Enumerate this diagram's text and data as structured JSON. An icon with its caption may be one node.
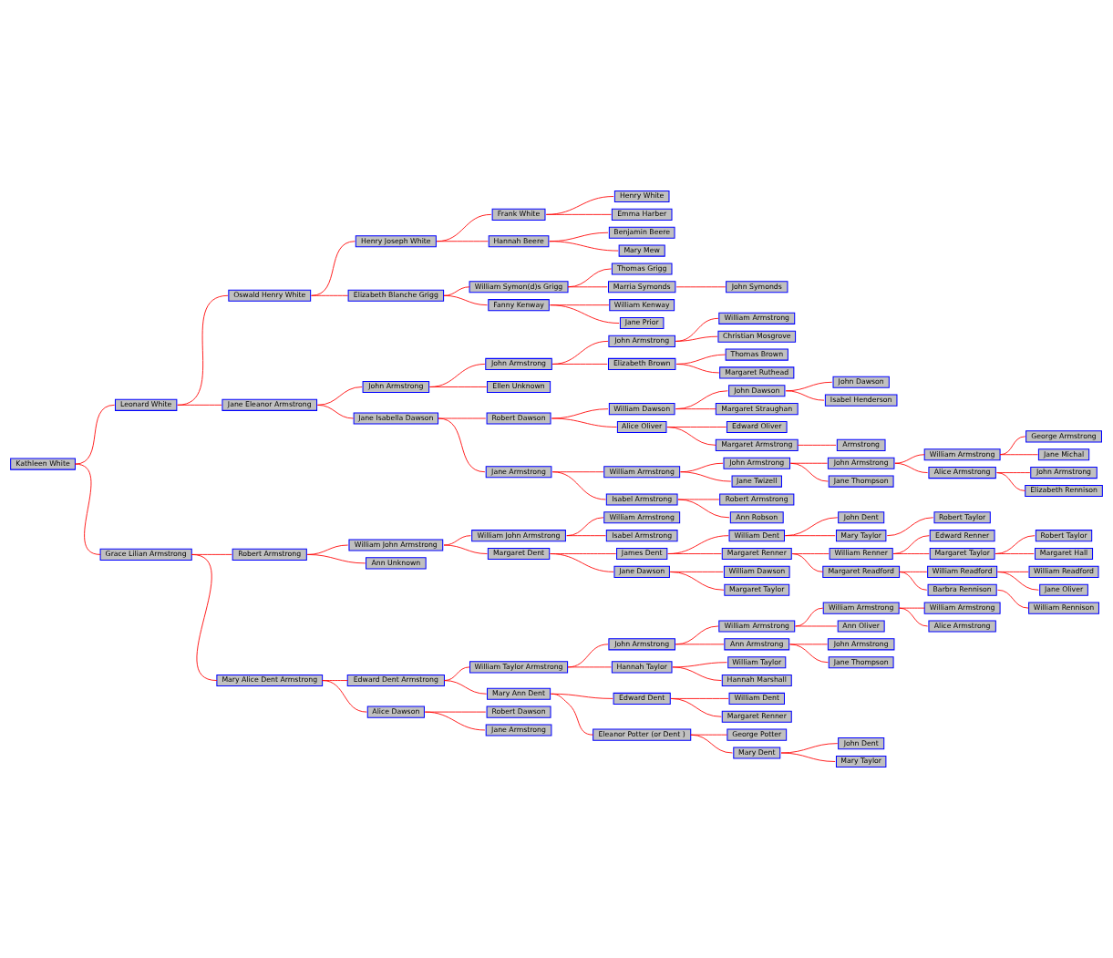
{
  "diagram": {
    "nodes": [
      {
        "text": [
          "Kathleen White"
        ]
      },
      {
        "text": [
          "Leonard White"
        ]
      },
      {
        "text": [
          "Grace Lilian Armstrong"
        ]
      },
      {
        "text": [
          "Oswald Henry White"
        ]
      },
      {
        "text": [
          "Jane Eleanor Armstrong"
        ]
      },
      {
        "text": [
          "Robert Armstrong"
        ]
      },
      {
        "text": [
          "Mary Alice Dent Armstrong"
        ]
      },
      {
        "text": [
          "Henry Joseph White"
        ]
      },
      {
        "text": [
          "Elizabeth Blanche Grigg"
        ]
      },
      {
        "text": [
          "John Armstrong"
        ]
      },
      {
        "text": [
          "Jane Isabella Dawson"
        ]
      },
      {
        "text": [
          "William John Armstrong"
        ]
      },
      {
        "text": [
          "Ann Unknown"
        ]
      },
      {
        "text": [
          "Edward Dent Armstrong"
        ]
      },
      {
        "text": [
          "Alice Dawson"
        ]
      },
      {
        "text": [
          "Frank White"
        ]
      },
      {
        "text": [
          "Hannah Beere"
        ]
      },
      {
        "text": [
          "William Symon(d)s Grigg"
        ]
      },
      {
        "text": [
          "Fanny Kenway"
        ]
      },
      {
        "text": [
          "John Armstrong"
        ]
      },
      {
        "text": [
          "Ellen Unknown"
        ]
      },
      {
        "text": [
          "Robert Dawson"
        ]
      },
      {
        "text": [
          "Jane Armstrong"
        ]
      },
      {
        "text": [
          "William John Armstrong"
        ]
      },
      {
        "text": [
          "Margaret Dent"
        ]
      },
      {
        "text": [
          "William Taylor Armstrong"
        ]
      },
      {
        "text": [
          "Mary Ann Dent"
        ]
      },
      {
        "text": [
          "Robert Dawson"
        ]
      },
      {
        "text": [
          "Jane Armstrong"
        ]
      },
      {
        "text": [
          "Henry White"
        ]
      },
      {
        "text": [
          "Emma Harber"
        ]
      },
      {
        "text": [
          "Benjamin Beere"
        ]
      },
      {
        "text": [
          "Mary Mew"
        ]
      },
      {
        "text": [
          "Thomas Grigg"
        ]
      },
      {
        "text": [
          "Marria Symonds"
        ]
      },
      {
        "text": [
          "William Kenway"
        ]
      },
      {
        "text": [
          "Jane Prior"
        ]
      },
      {
        "text": [
          "John Armstrong"
        ]
      },
      {
        "text": [
          "Elizabeth Brown"
        ]
      },
      {
        "text": [
          "William Dawson"
        ]
      },
      {
        "text": [
          "Alice Oliver"
        ]
      },
      {
        "text": [
          "William Armstrong"
        ]
      },
      {
        "text": [
          "Isabel Armstrong"
        ]
      },
      {
        "text": [
          "William Armstrong"
        ]
      },
      {
        "text": [
          "Isabel Armstrong"
        ]
      },
      {
        "text": [
          "James Dent"
        ]
      },
      {
        "text": [
          "Jane Dawson"
        ]
      },
      {
        "text": [
          "John Armstrong"
        ]
      },
      {
        "text": [
          "Hannah Taylor"
        ]
      },
      {
        "text": [
          "Edward Dent"
        ]
      },
      {
        "text": [
          "Eleanor Potter (or Dent )"
        ]
      },
      {
        "text": [
          "John Symonds"
        ]
      },
      {
        "text": [
          "William Armstrong"
        ]
      },
      {
        "text": [
          "Christian Mosgrove"
        ]
      },
      {
        "text": [
          "Thomas Brown"
        ]
      },
      {
        "text": [
          "Margaret Ruthead"
        ]
      },
      {
        "text": [
          "John Dawson"
        ]
      },
      {
        "text": [
          "Margaret Straughan"
        ]
      },
      {
        "text": [
          "Edward Oliver"
        ]
      },
      {
        "text": [
          "Margaret Armstrong"
        ]
      },
      {
        "text": [
          "John Armstrong"
        ]
      },
      {
        "text": [
          "Jane Twizell"
        ]
      },
      {
        "text": [
          "Robert Armstrong"
        ]
      },
      {
        "text": [
          "Ann Robson"
        ]
      },
      {
        "text": [
          "William Dent"
        ]
      },
      {
        "text": [
          "Margaret Renner"
        ]
      },
      {
        "text": [
          "William Dawson"
        ]
      },
      {
        "text": [
          "Margaret Taylor"
        ]
      },
      {
        "text": [
          "William Armstrong"
        ]
      },
      {
        "text": [
          "Ann Armstrong"
        ]
      },
      {
        "text": [
          "William Taylor"
        ]
      },
      {
        "text": [
          "Hannah Marshall"
        ]
      },
      {
        "text": [
          "William Dent"
        ]
      },
      {
        "text": [
          "Margaret Renner"
        ]
      },
      {
        "text": [
          "George Potter"
        ]
      },
      {
        "text": [
          "Mary Dent"
        ]
      },
      {
        "text": [
          "John Dawson"
        ]
      },
      {
        "text": [
          "Isabel Henderson"
        ]
      },
      {
        "text": [
          "Armstrong"
        ]
      },
      {
        "text": [
          "John Armstrong"
        ]
      },
      {
        "text": [
          "Jane Thompson"
        ]
      },
      {
        "text": [
          "John Dent"
        ]
      },
      {
        "text": [
          "Mary Taylor"
        ]
      },
      {
        "text": [
          "William Renner"
        ]
      },
      {
        "text": [
          "Margaret Readford"
        ]
      },
      {
        "text": [
          "William Armstrong"
        ]
      },
      {
        "text": [
          "Ann Oliver"
        ]
      },
      {
        "text": [
          "John Armstrong"
        ]
      },
      {
        "text": [
          "Jane Thompson"
        ]
      },
      {
        "text": [
          "John Dent"
        ]
      },
      {
        "text": [
          "Mary Taylor"
        ]
      },
      {
        "text": [
          "William Armstrong"
        ]
      },
      {
        "text": [
          "Alice Armstrong"
        ]
      },
      {
        "text": [
          "Robert Taylor"
        ]
      },
      {
        "text": [
          "Edward Renner"
        ]
      },
      {
        "text": [
          "Margaret Taylor"
        ]
      },
      {
        "text": [
          "William Readford"
        ]
      },
      {
        "text": [
          "Barbra Rennison"
        ]
      },
      {
        "text": [
          "William Armstrong"
        ]
      },
      {
        "text": [
          "Alice Armstrong"
        ]
      },
      {
        "text": [
          "George Armstrong"
        ]
      },
      {
        "text": [
          "Jane Michal"
        ]
      },
      {
        "text": [
          "John Armstrong"
        ]
      },
      {
        "text": [
          "Elizabeth Rennison"
        ]
      },
      {
        "text": [
          "Robert Taylor"
        ]
      },
      {
        "text": [
          "Margaret Hall"
        ]
      },
      {
        "text": [
          "William Readford"
        ]
      },
      {
        "text": [
          "Jane Oliver"
        ]
      },
      {
        "text": [
          "William Rennison"
        ]
      }
    ],
    "edges": [
      {
        "from": 0,
        "to": 1,
        "arrow": "none"
      },
      {
        "from": 0,
        "to": 2,
        "arrow": "none"
      },
      {
        "from": 1,
        "to": 3,
        "arrow": "none"
      },
      {
        "from": 1,
        "to": 4,
        "arrow": "none"
      },
      {
        "from": 2,
        "to": 5,
        "arrow": "none"
      },
      {
        "from": 2,
        "to": 6,
        "arrow": "none"
      },
      {
        "from": 3,
        "to": 7,
        "arrow": "none"
      },
      {
        "from": 3,
        "to": 8,
        "arrow": "none"
      },
      {
        "from": 4,
        "to": 9,
        "arrow": "none"
      },
      {
        "from": 4,
        "to": 10,
        "arrow": "none"
      },
      {
        "from": 5,
        "to": 11,
        "arrow": "none"
      },
      {
        "from": 5,
        "to": 12,
        "arrow": "none"
      },
      {
        "from": 6,
        "to": 13,
        "arrow": "none"
      },
      {
        "from": 6,
        "to": 14,
        "arrow": "none"
      },
      {
        "from": 7,
        "to": 15,
        "arrow": "none"
      },
      {
        "from": 7,
        "to": 16,
        "arrow": "none"
      },
      {
        "from": 8,
        "to": 17,
        "arrow": "none"
      },
      {
        "from": 8,
        "to": 18,
        "arrow": "none"
      },
      {
        "from": 9,
        "to": 19,
        "arrow": "none"
      },
      {
        "from": 9,
        "to": 20,
        "arrow": "none"
      },
      {
        "from": 10,
        "to": 21,
        "arrow": "none"
      },
      {
        "from": 10,
        "to": 22,
        "arrow": "none"
      },
      {
        "from": 11,
        "to": 23,
        "arrow": "none"
      },
      {
        "from": 11,
        "to": 24,
        "arrow": "none"
      },
      {
        "from": 13,
        "to": 25,
        "arrow": "none"
      },
      {
        "from": 13,
        "to": 26,
        "arrow": "none"
      },
      {
        "from": 14,
        "to": 27,
        "arrow": "none"
      },
      {
        "from": 14,
        "to": 28,
        "arrow": "none"
      },
      {
        "from": 15,
        "to": 29,
        "arrow": "none"
      },
      {
        "from": 15,
        "to": 30,
        "arrow": "none"
      },
      {
        "from": 16,
        "to": 31,
        "arrow": "none"
      },
      {
        "from": 16,
        "to": 32,
        "arrow": "none"
      },
      {
        "from": 17,
        "to": 33,
        "arrow": "none"
      },
      {
        "from": 17,
        "to": 34,
        "arrow": "none"
      },
      {
        "from": 18,
        "to": 35,
        "arrow": "none"
      },
      {
        "from": 18,
        "to": 36,
        "arrow": "none"
      },
      {
        "from": 19,
        "to": 37,
        "arrow": "none"
      },
      {
        "from": 19,
        "to": 38,
        "arrow": "none"
      },
      {
        "from": 21,
        "to": 39,
        "arrow": "none"
      },
      {
        "from": 21,
        "to": 40,
        "arrow": "none"
      },
      {
        "from": 22,
        "to": 41,
        "arrow": "none"
      },
      {
        "from": 22,
        "to": 42,
        "arrow": "none"
      },
      {
        "from": 23,
        "to": 43,
        "arrow": "none"
      },
      {
        "from": 23,
        "to": 44,
        "arrow": "none"
      },
      {
        "from": 24,
        "to": 45,
        "arrow": "none"
      },
      {
        "from": 24,
        "to": 46,
        "arrow": "none"
      },
      {
        "from": 25,
        "to": 47,
        "arrow": "none"
      },
      {
        "from": 25,
        "to": 48,
        "arrow": "none"
      },
      {
        "from": 26,
        "to": 49,
        "arrow": "none"
      },
      {
        "from": 26,
        "to": 50,
        "arrow": "none"
      },
      {
        "from": 34,
        "to": 51,
        "arrow": "none"
      },
      {
        "from": 37,
        "to": 52,
        "arrow": "none"
      },
      {
        "from": 37,
        "to": 53,
        "arrow": "none"
      },
      {
        "from": 38,
        "to": 54,
        "arrow": "none"
      },
      {
        "from": 38,
        "to": 55,
        "arrow": "none"
      },
      {
        "from": 39,
        "to": 56,
        "arrow": "none"
      },
      {
        "from": 39,
        "to": 57,
        "arrow": "none"
      },
      {
        "from": 40,
        "to": 58,
        "arrow": "none"
      },
      {
        "from": 40,
        "to": 59,
        "arrow": "none"
      },
      {
        "from": 41,
        "to": 60,
        "arrow": "none"
      },
      {
        "from": 41,
        "to": 61,
        "arrow": "none"
      },
      {
        "from": 42,
        "to": 62,
        "arrow": "none"
      },
      {
        "from": 42,
        "to": 63,
        "arrow": "none"
      },
      {
        "from": 45,
        "to": 64,
        "arrow": "none"
      },
      {
        "from": 45,
        "to": 65,
        "arrow": "none"
      },
      {
        "from": 46,
        "to": 66,
        "arrow": "none"
      },
      {
        "from": 46,
        "to": 67,
        "arrow": "none"
      },
      {
        "from": 47,
        "to": 68,
        "arrow": "none"
      },
      {
        "from": 47,
        "to": 69,
        "arrow": "none"
      },
      {
        "from": 48,
        "to": 70,
        "arrow": "none"
      },
      {
        "from": 48,
        "to": 71,
        "arrow": "none"
      },
      {
        "from": 49,
        "to": 72,
        "arrow": "none"
      },
      {
        "from": 49,
        "to": 73,
        "arrow": "none"
      },
      {
        "from": 50,
        "to": 74,
        "arrow": "none"
      },
      {
        "from": 50,
        "to": 75,
        "arrow": "none"
      },
      {
        "from": 56,
        "to": 76,
        "arrow": "none"
      },
      {
        "from": 56,
        "to": 77,
        "arrow": "none"
      },
      {
        "from": 59,
        "to": 78,
        "arrow": "none"
      },
      {
        "from": 60,
        "to": 79,
        "arrow": "none"
      },
      {
        "from": 60,
        "to": 80,
        "arrow": "none"
      },
      {
        "from": 64,
        "to": 81,
        "arrow": "none"
      },
      {
        "from": 64,
        "to": 82,
        "arrow": "none"
      },
      {
        "from": 65,
        "to": 83,
        "arrow": "none"
      },
      {
        "from": 65,
        "to": 84,
        "arrow": "none"
      },
      {
        "from": 68,
        "to": 85,
        "arrow": "none"
      },
      {
        "from": 68,
        "to": 86,
        "arrow": "none"
      },
      {
        "from": 69,
        "to": 87,
        "arrow": "none"
      },
      {
        "from": 69,
        "to": 88,
        "arrow": "none"
      },
      {
        "from": 75,
        "to": 89,
        "arrow": "none"
      },
      {
        "from": 75,
        "to": 90,
        "arrow": "none"
      },
      {
        "from": 79,
        "to": 91,
        "arrow": "none"
      },
      {
        "from": 79,
        "to": 92,
        "arrow": "none"
      },
      {
        "from": 82,
        "to": 93,
        "arrow": "none"
      },
      {
        "from": 83,
        "to": 94,
        "arrow": "none"
      },
      {
        "from": 83,
        "to": 95,
        "arrow": "none"
      },
      {
        "from": 84,
        "to": 96,
        "arrow": "none"
      },
      {
        "from": 84,
        "to": 97,
        "arrow": "none"
      },
      {
        "from": 85,
        "to": 98,
        "arrow": "none"
      },
      {
        "from": 85,
        "to": 99,
        "arrow": "none"
      },
      {
        "from": 91,
        "to": 100,
        "arrow": "none"
      },
      {
        "from": 91,
        "to": 101,
        "arrow": "none"
      },
      {
        "from": 92,
        "to": 102,
        "arrow": "none"
      },
      {
        "from": 92,
        "to": 103,
        "arrow": "none"
      },
      {
        "from": 95,
        "to": 104,
        "arrow": "none"
      },
      {
        "from": 95,
        "to": 105,
        "arrow": "none"
      },
      {
        "from": 96,
        "to": 106,
        "arrow": "none"
      },
      {
        "from": 96,
        "to": 107,
        "arrow": "none"
      },
      {
        "from": 97,
        "to": 108,
        "arrow": "none"
      }
    ]
  }
}
